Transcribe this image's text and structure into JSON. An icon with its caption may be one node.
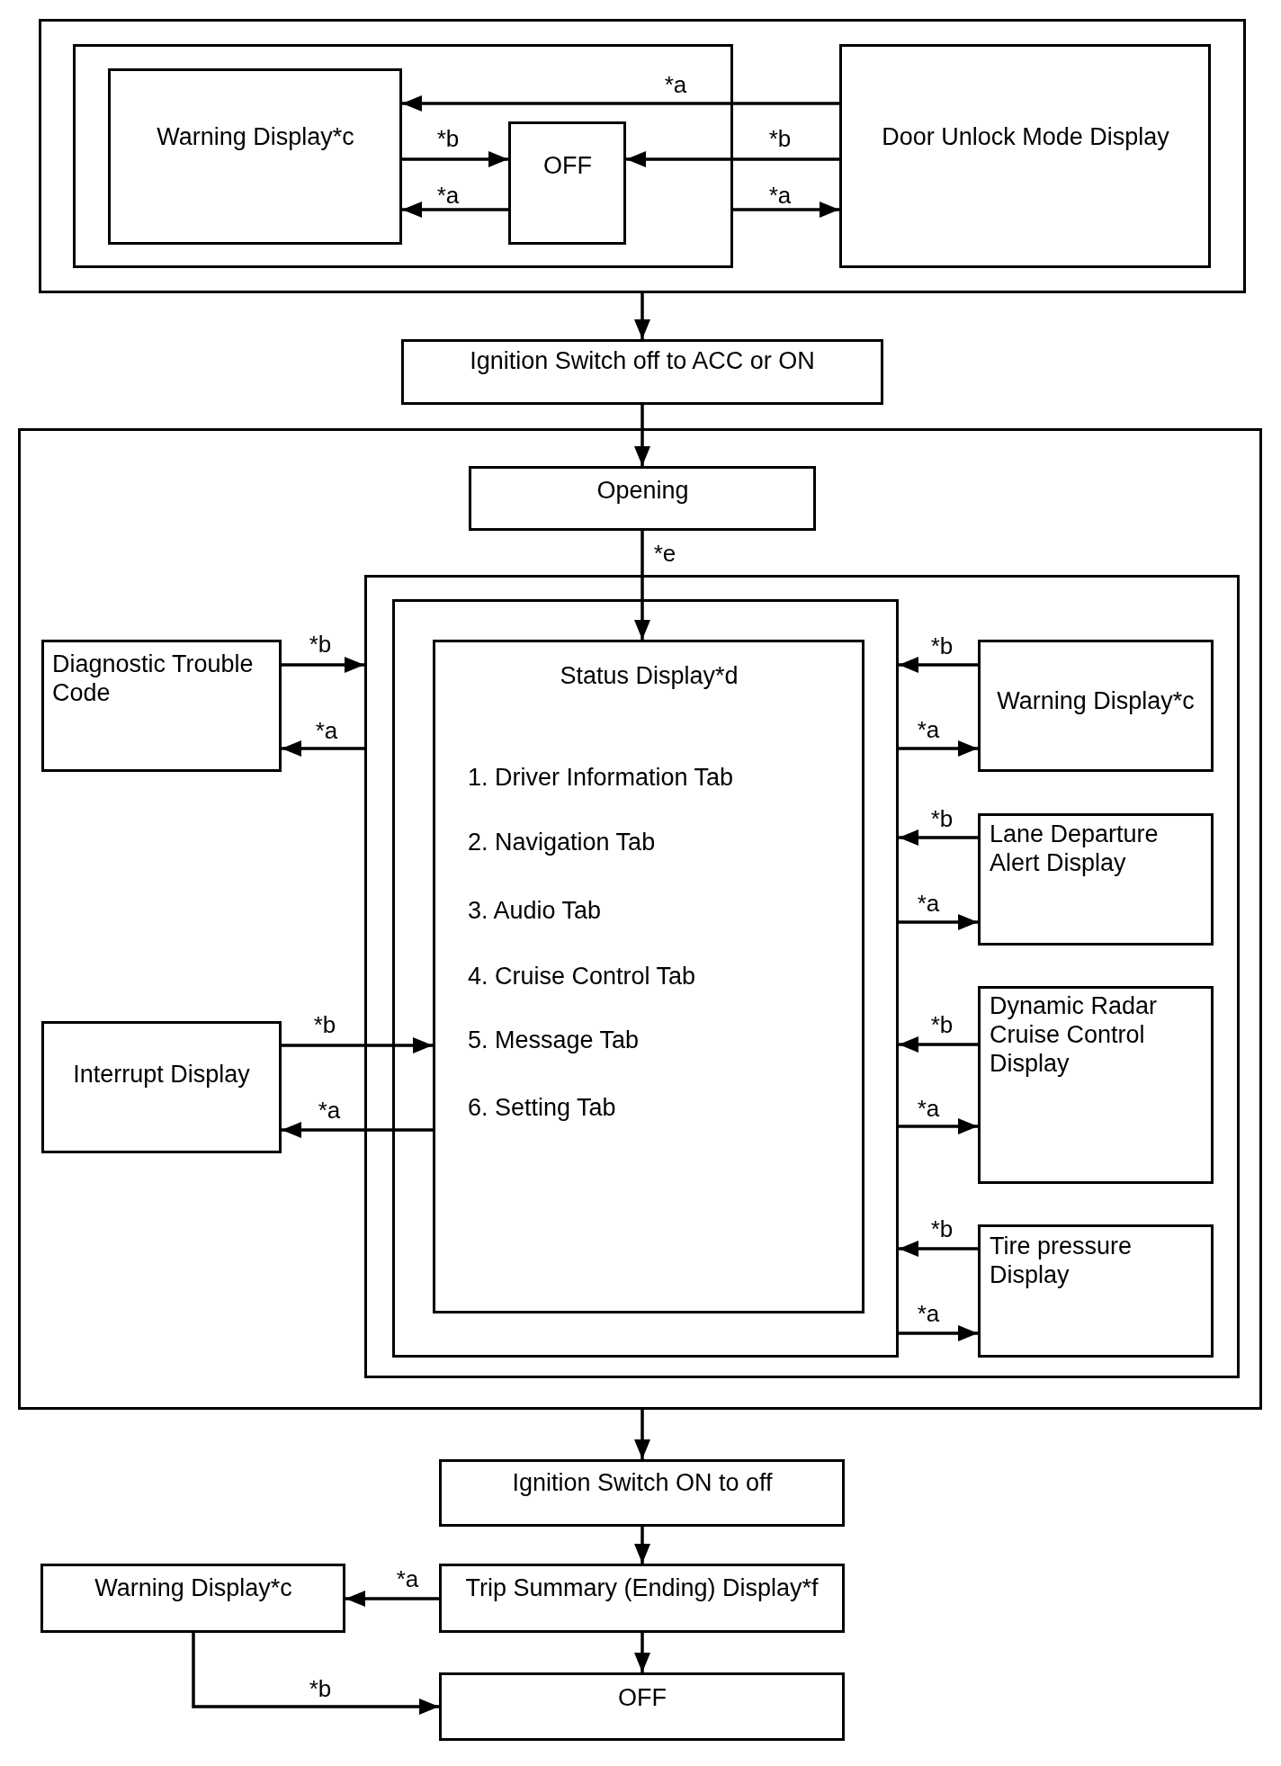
{
  "diagram": {
    "nodes": [
      {
        "text": [],
        "shape": "box"
      },
      {
        "text": [],
        "shape": "box",
        "in": 0
      },
      {
        "text": [
          "Warning Display*c"
        ],
        "in": 1
      },
      {
        "text": [
          "OFF"
        ],
        "in": 1
      },
      {
        "text": [
          "Door Unlock Mode Display"
        ],
        "in": 0
      },
      {
        "text": [
          "Ignition Switch off to ACC or ON"
        ]
      },
      {
        "text": [],
        "shape": "box"
      },
      {
        "text": [
          "Opening"
        ],
        "in": 6
      },
      {
        "text": [
          "Diagnostic Trouble Code"
        ],
        "in": 6
      },
      {
        "text": [],
        "shape": "box",
        "in": 6
      },
      {
        "text": [],
        "shape": "box",
        "in": 9
      },
      {
        "text": [
          "Status Display*d",
          "1. Driver Information Tab",
          "2. Navigation Tab",
          "3. Audio Tab",
          "4. Cruise Control Tab",
          "5. Message Tab",
          "6. Setting Tab"
        ],
        "in": 10
      },
      {
        "text": [
          "Warning Display*c"
        ],
        "in": 9
      },
      {
        "text": [
          "Lane Departure Alert Display"
        ],
        "in": 9
      },
      {
        "text": [
          "Dynamic Radar Cruise Control Display"
        ],
        "in": 9
      },
      {
        "text": [
          "Tire pressure Display"
        ],
        "in": 9
      },
      {
        "text": [
          "Interrupt Display"
        ],
        "in": 6
      },
      {
        "text": [
          "Ignition Switch ON to off"
        ]
      },
      {
        "text": [
          "Warning Display*c"
        ]
      },
      {
        "text": [
          "Trip Summary (Ending) Display*f"
        ]
      },
      {
        "text": [
          "OFF"
        ]
      }
    ],
    "edges": [
      {
        "from": 4,
        "to": 2,
        "arrow": "to",
        "label": "*a"
      },
      {
        "from": 2,
        "to": 3,
        "arrow": "to",
        "label": "*b"
      },
      {
        "from": 3,
        "to": 2,
        "arrow": "to",
        "label": "*a"
      },
      {
        "from": 4,
        "to": 3,
        "arrow": "to",
        "label": "*b"
      },
      {
        "from": 1,
        "to": 4,
        "arrow": "to",
        "label": "*a"
      },
      {
        "from": 0,
        "to": 5,
        "arrow": "to"
      },
      {
        "from": 5,
        "to": 7,
        "arrow": "to"
      },
      {
        "from": 7,
        "to": 11,
        "arrow": "to",
        "label": "*e"
      },
      {
        "from": 8,
        "to": 9,
        "arrow": "to",
        "label": "*b"
      },
      {
        "from": 9,
        "to": 8,
        "arrow": "to",
        "label": "*a"
      },
      {
        "from": 12,
        "to": 10,
        "arrow": "to",
        "label": "*b"
      },
      {
        "from": 10,
        "to": 12,
        "arrow": "to",
        "label": "*a"
      },
      {
        "from": 13,
        "to": 10,
        "arrow": "to",
        "label": "*b"
      },
      {
        "from": 10,
        "to": 13,
        "arrow": "to",
        "label": "*a"
      },
      {
        "from": 14,
        "to": 10,
        "arrow": "to",
        "label": "*b"
      },
      {
        "from": 10,
        "to": 14,
        "arrow": "to",
        "label": "*a"
      },
      {
        "from": 15,
        "to": 10,
        "arrow": "to",
        "label": "*b"
      },
      {
        "from": 10,
        "to": 15,
        "arrow": "to",
        "label": "*a"
      },
      {
        "from": 16,
        "to": 11,
        "arrow": "to",
        "label": "*b"
      },
      {
        "from": 11,
        "to": 16,
        "arrow": "to",
        "label": "*a"
      },
      {
        "from": 6,
        "to": 17,
        "arrow": "to"
      },
      {
        "from": 17,
        "to": 19,
        "arrow": "to"
      },
      {
        "from": 19,
        "to": 18,
        "arrow": "to",
        "label": "*a"
      },
      {
        "from": 19,
        "to": 20,
        "arrow": "to"
      },
      {
        "from": 18,
        "to": 20,
        "arrow": "to",
        "label": "*b"
      }
    ]
  }
}
